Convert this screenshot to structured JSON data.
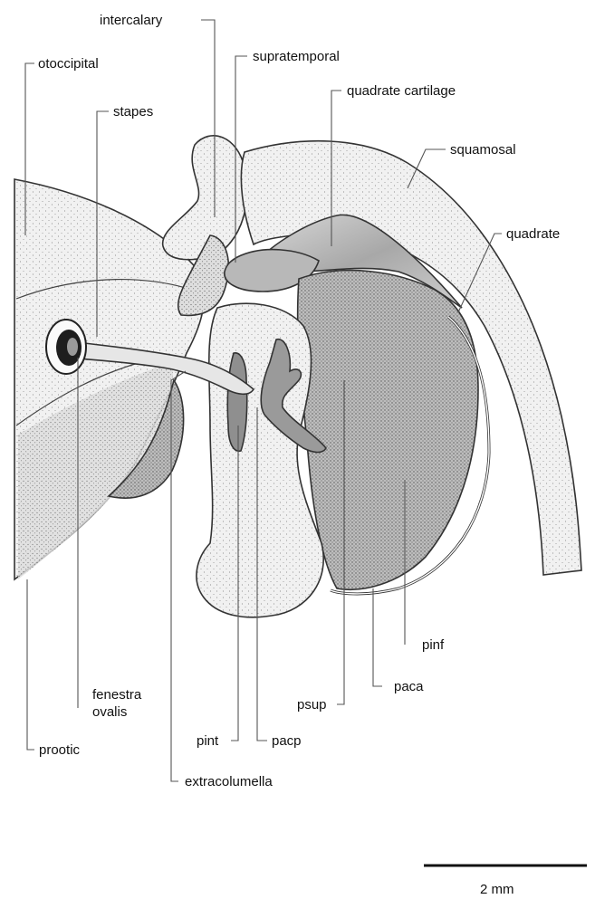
{
  "figure": {
    "labels": {
      "intercalary": "intercalary",
      "otoccipital": "otoccipital",
      "supratemporal": "supratemporal",
      "quadrate_cartilage": "quadrate cartilage",
      "stapes": "stapes",
      "squamosal": "squamosal",
      "quadrate": "quadrate",
      "pinf": "pinf",
      "paca": "paca",
      "psup": "psup",
      "fenestra_ovalis_line1": "fenestra",
      "fenestra_ovalis_line2": "ovalis",
      "pint": "pint",
      "pacp": "pacp",
      "prootic": "prootic",
      "extracolumella": "extracolumella"
    },
    "scale_bar": {
      "label": "2 mm"
    },
    "colors": {
      "stipple_light": "#ececec",
      "stipple_mid": "#d2d2d2",
      "stipple_dark": "#a5a5a5",
      "cartilage_gray": "#9a9a9a",
      "outline": "#333333"
    }
  }
}
